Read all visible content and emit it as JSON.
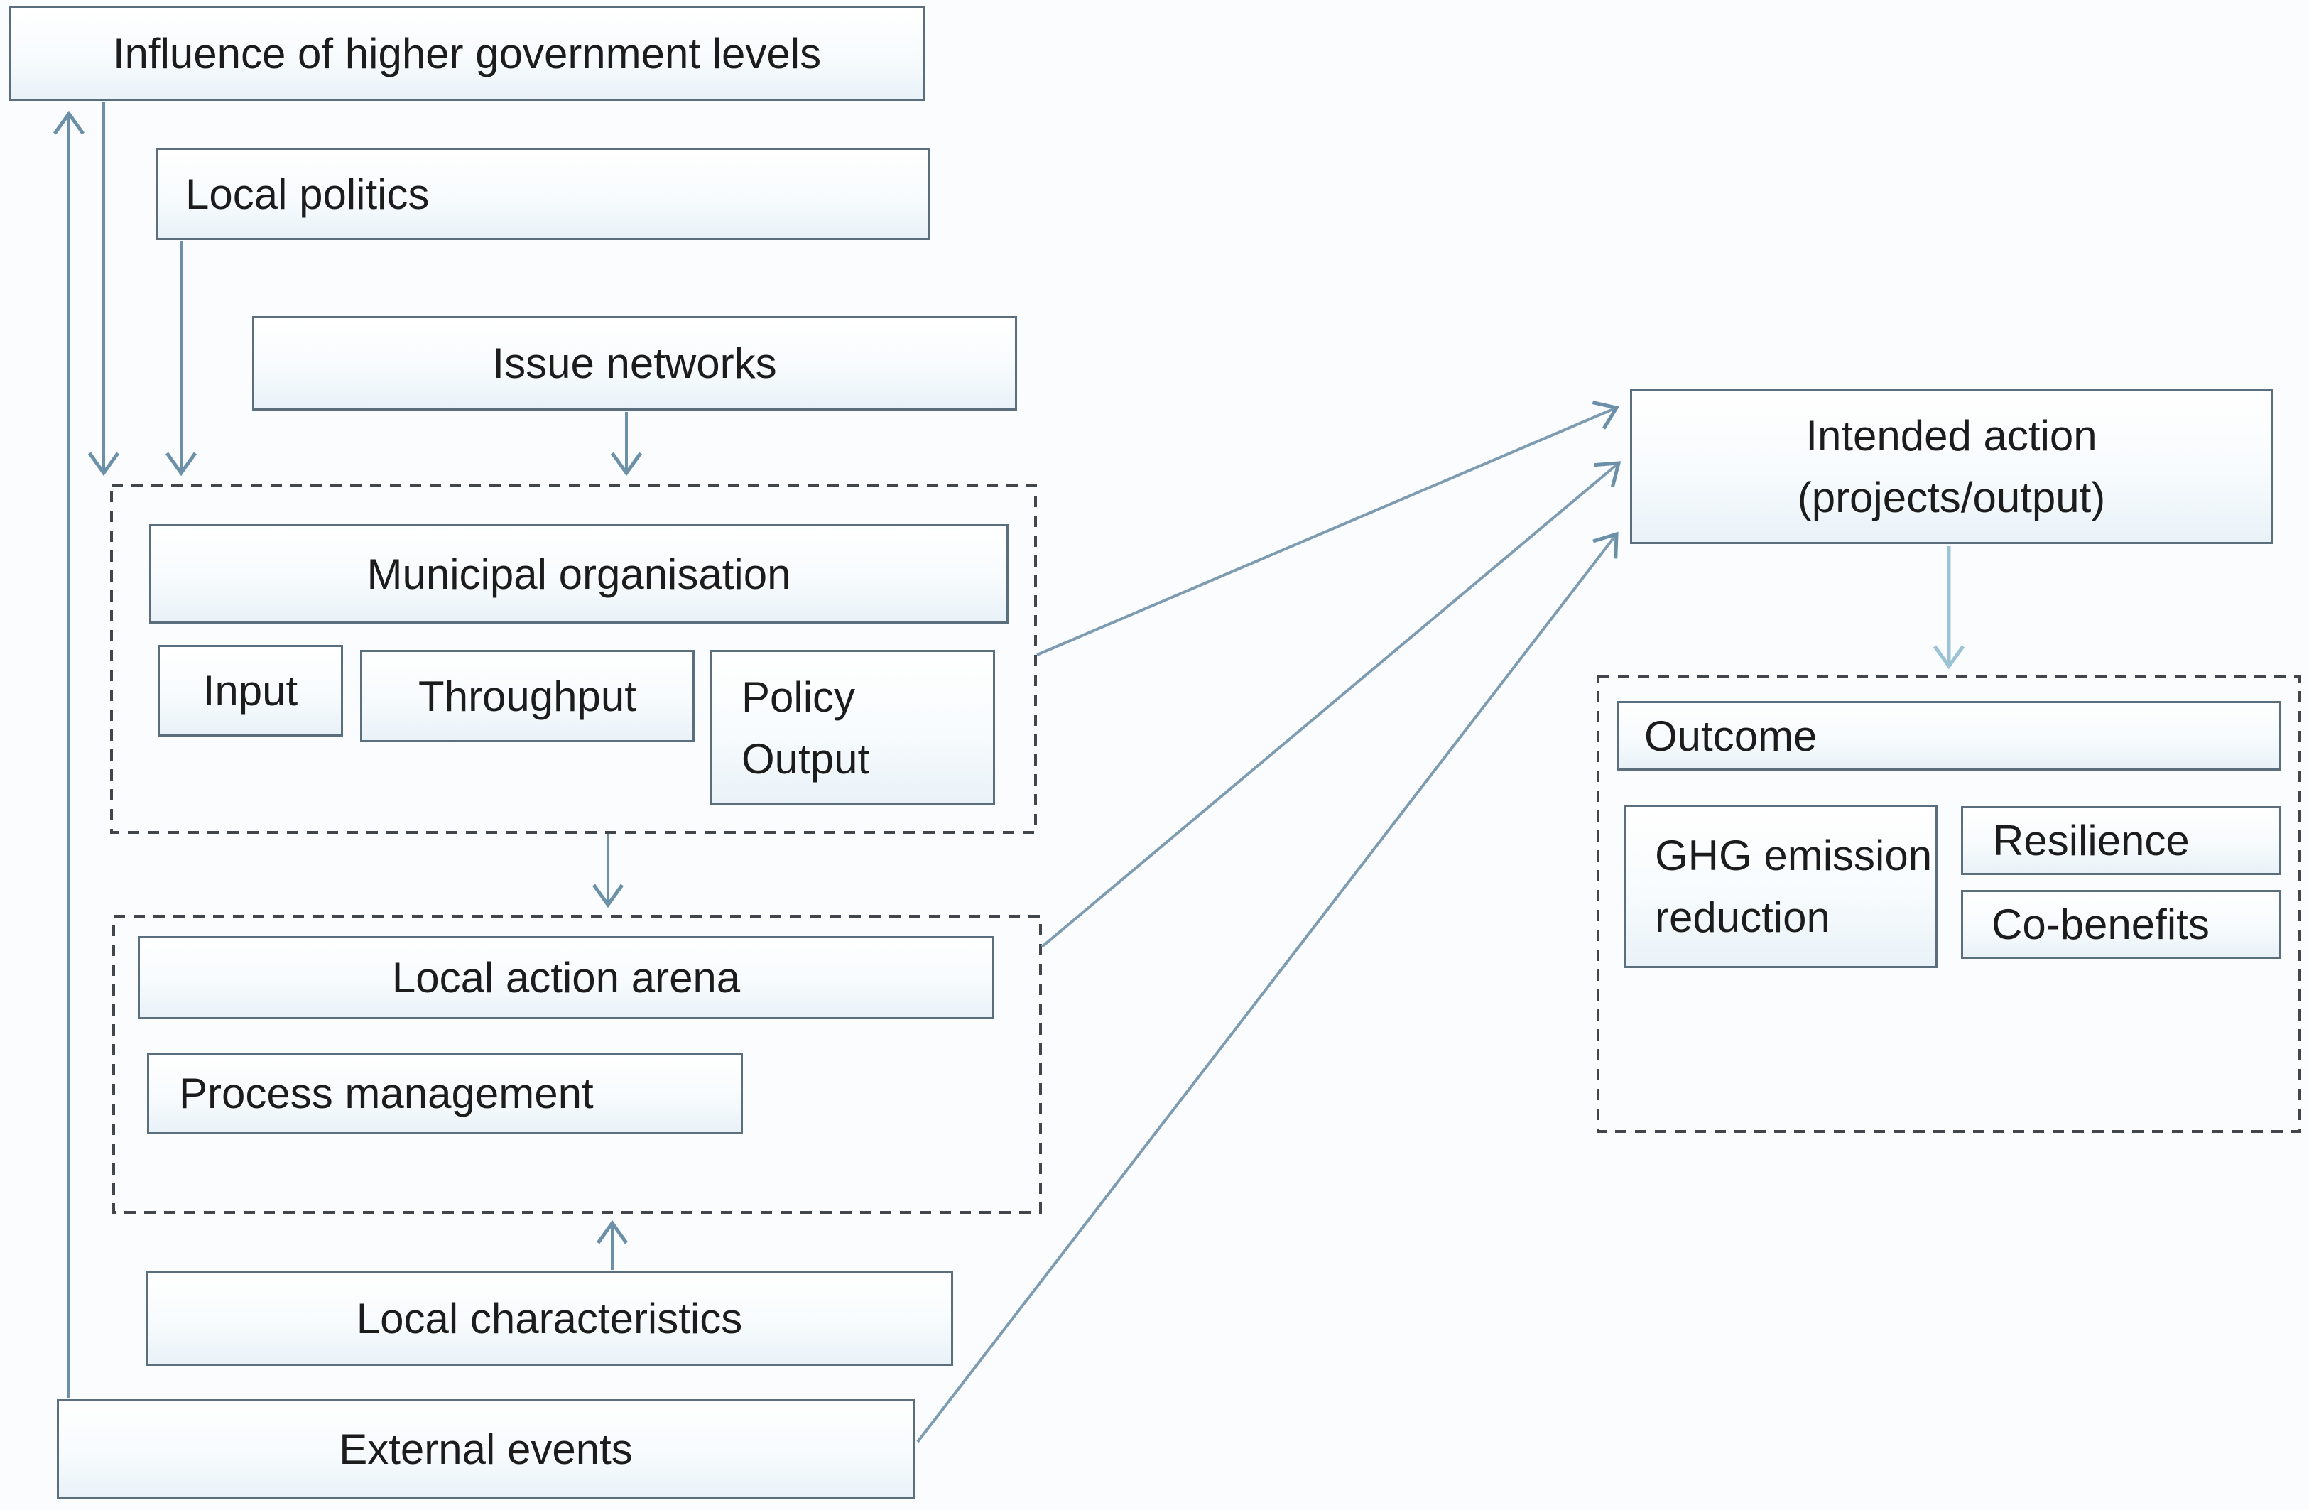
{
  "boxes": {
    "influence": "Influence of higher government levels",
    "local_politics": "Local politics",
    "issue_networks": "Issue networks",
    "municipal_org": "Municipal organisation",
    "input": "Input",
    "throughput": "Throughput",
    "policy_output": "Policy Output",
    "local_action": "Local action arena",
    "process_mgmt": "Process management",
    "local_chars": "Local characteristics",
    "external_events": "External events",
    "intended_line1": "Intended action",
    "intended_line2": "(projects/output)",
    "outcome": "Outcome",
    "ghg": "GHG emission reduction",
    "resilience": "Resilience",
    "cobenefits": "Co-benefits"
  },
  "colors": {
    "box_border": "#5a6e7d",
    "dashed_border": "#41464c",
    "arrow": "#6b90a8",
    "arrow_light": "#9cc2d5",
    "text": "#1c1c1c"
  },
  "connections": [
    {
      "from": "External events",
      "to": "Influence of higher government levels"
    },
    {
      "from": "Influence of higher government levels",
      "to": "Municipal organisation"
    },
    {
      "from": "Local politics",
      "to": "Municipal organisation"
    },
    {
      "from": "Issue networks",
      "to": "Municipal organisation"
    },
    {
      "from": "Municipal organisation",
      "to": "Local action arena"
    },
    {
      "from": "Local characteristics",
      "to": "Local action arena"
    },
    {
      "from": "Municipal organisation",
      "to": "Intended action (projects/output)"
    },
    {
      "from": "Local action arena",
      "to": "Intended action (projects/output)"
    },
    {
      "from": "External events",
      "to": "Intended action (projects/output)"
    },
    {
      "from": "Intended action (projects/output)",
      "to": "Outcome"
    }
  ]
}
